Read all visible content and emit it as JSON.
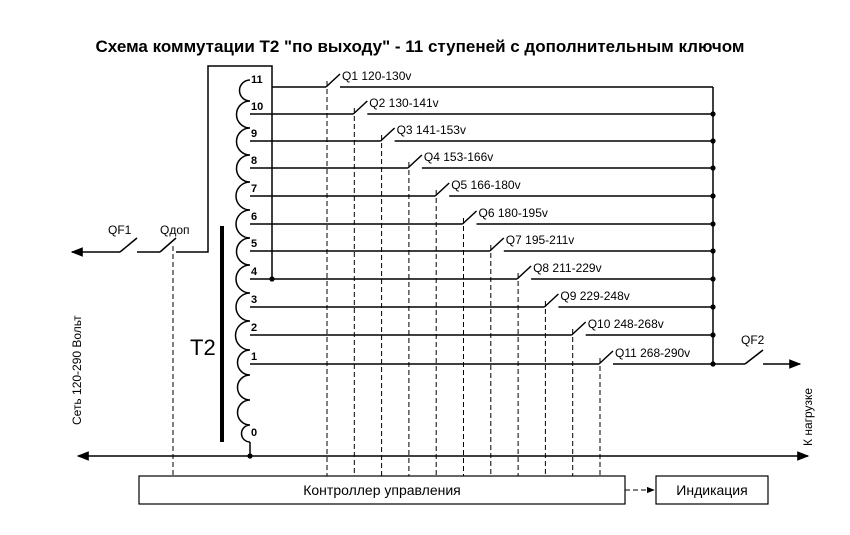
{
  "title": "Схема коммутации Т2 \"по выходу\" - 11 ступеней с дополнительным ключом",
  "transformer_label": "T2",
  "left_vertical_label": "Сеть 120-290 Вольт",
  "right_vertical_label": "К нагрузке",
  "input_switches": {
    "qf1": "QF1",
    "qdop": "Qдоп"
  },
  "output_switch": "QF2",
  "tap_numbers": [
    "11",
    "10",
    "9",
    "8",
    "7",
    "6",
    "5",
    "4",
    "3",
    "2",
    "1",
    "0"
  ],
  "switches": [
    {
      "id": "Q1",
      "range": "120-130v"
    },
    {
      "id": "Q2",
      "range": "130-141v"
    },
    {
      "id": "Q3",
      "range": "141-153v"
    },
    {
      "id": "Q4",
      "range": "153-166v"
    },
    {
      "id": "Q5",
      "range": "166-180v"
    },
    {
      "id": "Q6",
      "range": "180-195v"
    },
    {
      "id": "Q7",
      "range": "195-211v"
    },
    {
      "id": "Q8",
      "range": "211-229v"
    },
    {
      "id": "Q9",
      "range": "229-248v"
    },
    {
      "id": "Q10",
      "range": "248-268v"
    },
    {
      "id": "Q11",
      "range": "268-290v"
    }
  ],
  "controller_label": "Контроллер управления",
  "indication_label": "Индикация"
}
